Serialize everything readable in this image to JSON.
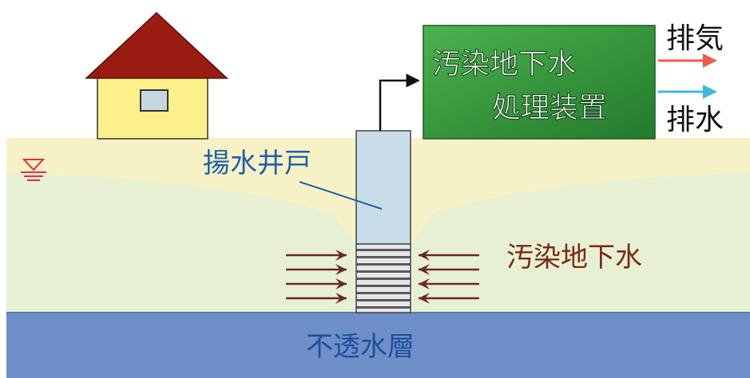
{
  "labels": {
    "treatment_line1": "汚染地下水",
    "treatment_line2": "処理装置",
    "exhaust_gas": "排気",
    "drain_water": "排水",
    "pumping_well": "揚水井戸",
    "contaminated_groundwater": "汚染地下水",
    "impermeable_layer": "不透水層"
  },
  "colors": {
    "ground_surface": "#f7f2c6",
    "groundwater_zone": "#e8f0d4",
    "impermeable_layer": "#6e8fc8",
    "treatment_unit": "#2f9a3a",
    "roof": "#9a1b12",
    "house_wall": "#fbf08a",
    "well_casing": "#c9dde8",
    "gas_arrow": "#f2584a",
    "water_arrow": "#3fb7d9",
    "flow_arrow": "#6b2a1c",
    "pumping_well_label": "#1f5fa8",
    "contaminated_label": "#7a2a12",
    "impermeable_label": "#1f4f9a"
  }
}
